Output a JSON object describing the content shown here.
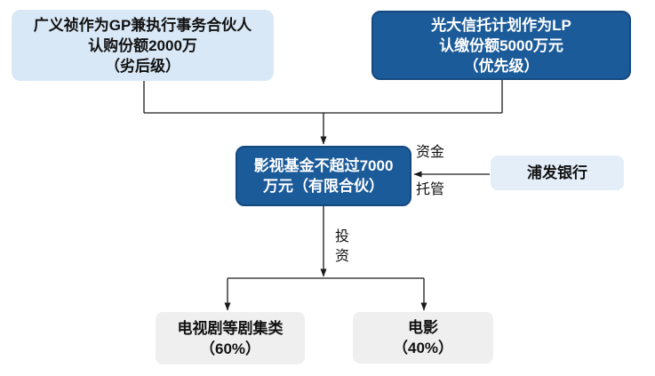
{
  "diagram": {
    "title_hint": "film fund structure chart",
    "nodes": {
      "gp": {
        "lines": [
          "广义祯作为GP兼执行事务合伙人",
          "认购份额2000万",
          "（劣后级）"
        ]
      },
      "lp": {
        "lines": [
          "光大信托计划作为LP",
          "认缴份额5000万元",
          "（优先级）"
        ]
      },
      "fund": {
        "lines": [
          "影视基金不超过7000",
          "万元（有限合伙）"
        ]
      },
      "bank": {
        "label": "浦发银行"
      },
      "tv": {
        "lines": [
          "电视剧等剧集类",
          "（60%）"
        ]
      },
      "movie": {
        "lines": [
          "电影",
          "（40%）"
        ]
      }
    },
    "edge_labels": {
      "funds": "资金",
      "custody": "托管",
      "invest": "投资"
    },
    "colors": {
      "dark_blue_fill": "#1c5b99",
      "dark_blue_border": "#15497e",
      "light_blue_fill": "#d9e8f6",
      "pale_blue_fill": "#e4eef8",
      "gray_fill": "#efefef",
      "line_color": "#1a1a1a",
      "text_on_dark": "#ffffff",
      "text_on_light": "#111111"
    }
  }
}
